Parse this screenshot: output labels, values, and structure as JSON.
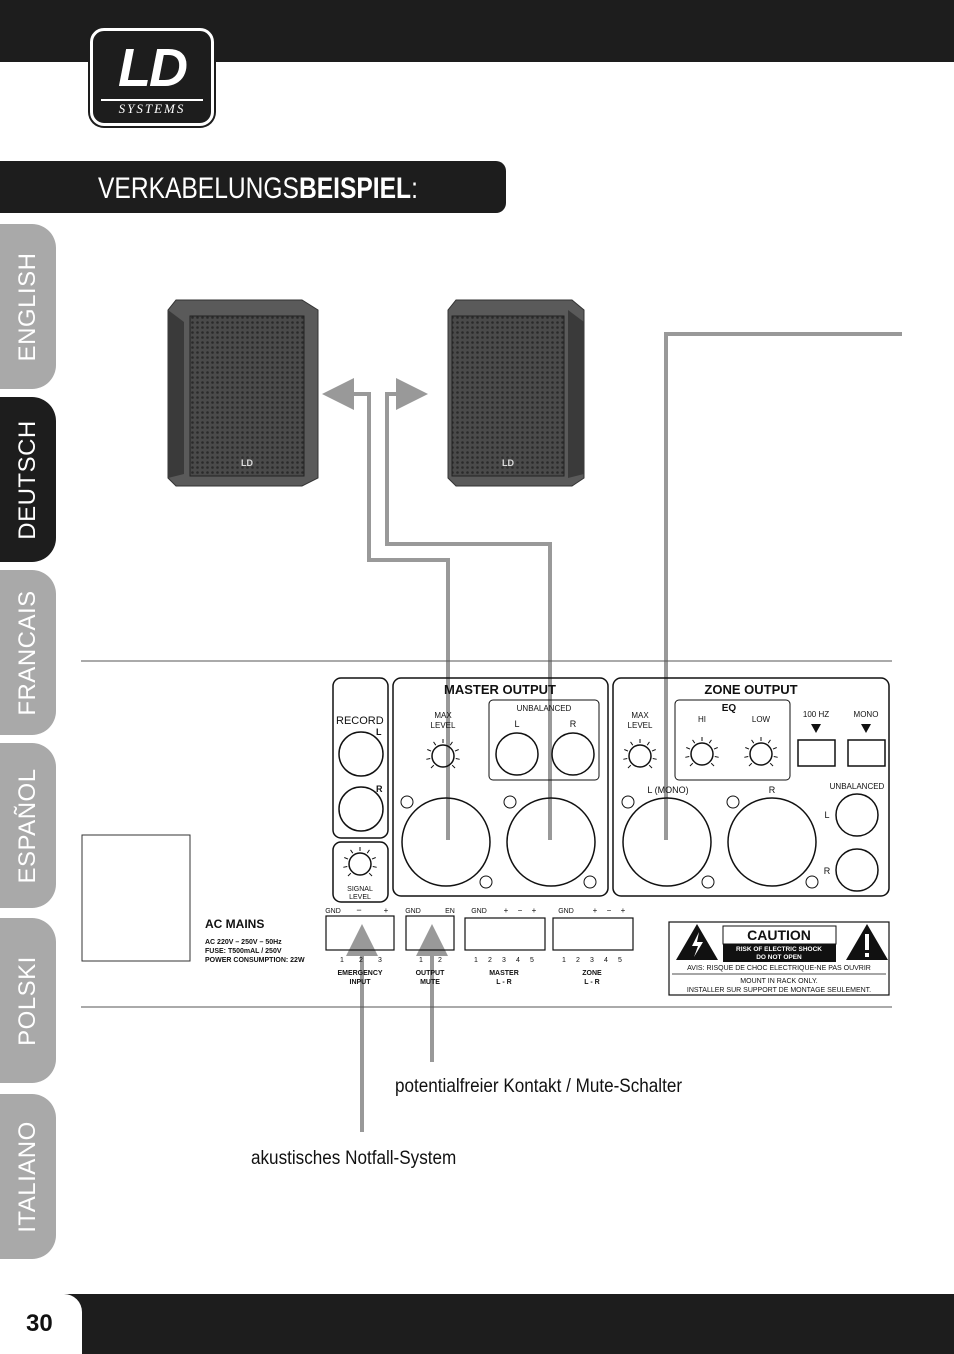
{
  "brand": {
    "logo": "LD",
    "subtitle": "SYSTEMS"
  },
  "title": {
    "light": "VERKABELUNGS",
    "bold": "BEISPIEL",
    "suffix": ":"
  },
  "languages": [
    {
      "label": "ENGLISH",
      "active": false
    },
    {
      "label": "DEUTSCH",
      "active": true
    },
    {
      "label": "FRANCAIS",
      "active": false
    },
    {
      "label": "ESPAÑOL",
      "active": false
    },
    {
      "label": "POLSKI",
      "active": false
    },
    {
      "label": "ITALIANO",
      "active": false
    }
  ],
  "panel": {
    "record": "RECORD",
    "left": "L",
    "right": "R",
    "signal_level": [
      "SIGNAL",
      "LEVEL"
    ],
    "master_output": "MASTER OUTPUT",
    "zone_output": "ZONE OUTPUT",
    "unbalanced": "UNBALANCED",
    "max_level": [
      "MAX",
      "LEVEL"
    ],
    "eq": "EQ",
    "hi": "HI",
    "low": "LOW",
    "hz100": "100 HZ",
    "mono": "MONO",
    "l_mono": "L (MONO)",
    "ac_mains": "AC MAINS",
    "ac_specs": [
      "AC 220V – 250V – 50Hz",
      "FUSE: T500mAL / 250V",
      "POWER CONSUMPTION: 22W"
    ],
    "emergency_top": [
      "GND",
      "−",
      "+"
    ],
    "emergency_pins": [
      "1",
      "2",
      "3"
    ],
    "emergency_label": [
      "EMERGENCY",
      "INPUT"
    ],
    "mute_top": [
      "GND",
      "EN"
    ],
    "mute_pins": [
      "1",
      "2"
    ],
    "mute_label": [
      "OUTPUT",
      "MUTE"
    ],
    "master_top": [
      "GND",
      "+",
      "−",
      "+"
    ],
    "master_pins": [
      "1",
      "2",
      "3",
      "4",
      "5"
    ],
    "master_label": [
      "MASTER",
      "L - R"
    ],
    "zone_top": [
      "GND",
      "+",
      "−",
      "+"
    ],
    "zone_pins": [
      "1",
      "2",
      "3",
      "4",
      "5"
    ],
    "zone_label": [
      "ZONE",
      "L - R"
    ],
    "caution": "CAUTION",
    "caution_lines": [
      "RISK OF ELECTRIC SHOCK",
      "DO NOT OPEN"
    ],
    "avis": "AVIS: RISQUE DE CHOC ELECTRIQUE-NE PAS OUVRIR",
    "mount": [
      "MOUNT IN RACK ONLY.",
      "INSTALLER SUR SUPPORT DE MONTAGE SEULEMENT."
    ],
    "speaker_logo": "LD"
  },
  "annotations": {
    "contact": "potentialfreier Kontakt / Mute-Schalter",
    "emergency": "akustisches Notfall-System"
  },
  "page_number": "30"
}
